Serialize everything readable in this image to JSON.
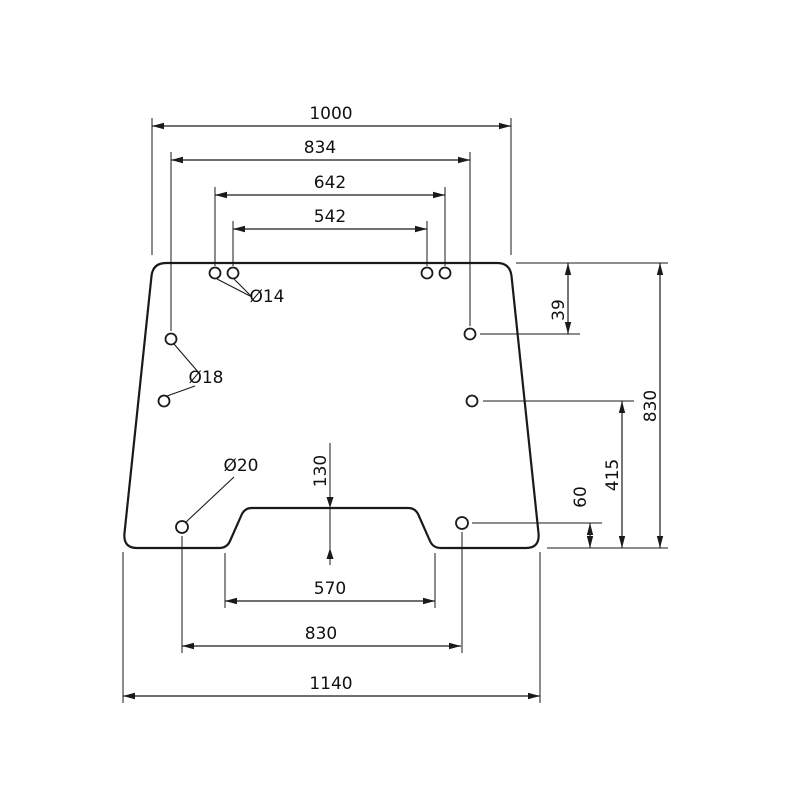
{
  "drawing": {
    "type": "technical-dimension-drawing",
    "line_color": "#1a1a1a",
    "background": "#ffffff",
    "dims": {
      "top_width": "1000",
      "upper_side_holes_span": "834",
      "top_outer_holes_span": "642",
      "top_inner_holes_span": "542",
      "top_edge_to_upper_hole": "39",
      "total_height": "830",
      "mid_hole_to_bottom": "415",
      "lower_hole_to_bottom": "60",
      "notch_height": "130",
      "notch_width": "570",
      "lower_holes_span": "830",
      "bottom_width": "1140"
    },
    "hole_labels": {
      "top_holes": "Ø14",
      "side_holes": "Ø18",
      "bottom_holes": "Ø20"
    }
  }
}
